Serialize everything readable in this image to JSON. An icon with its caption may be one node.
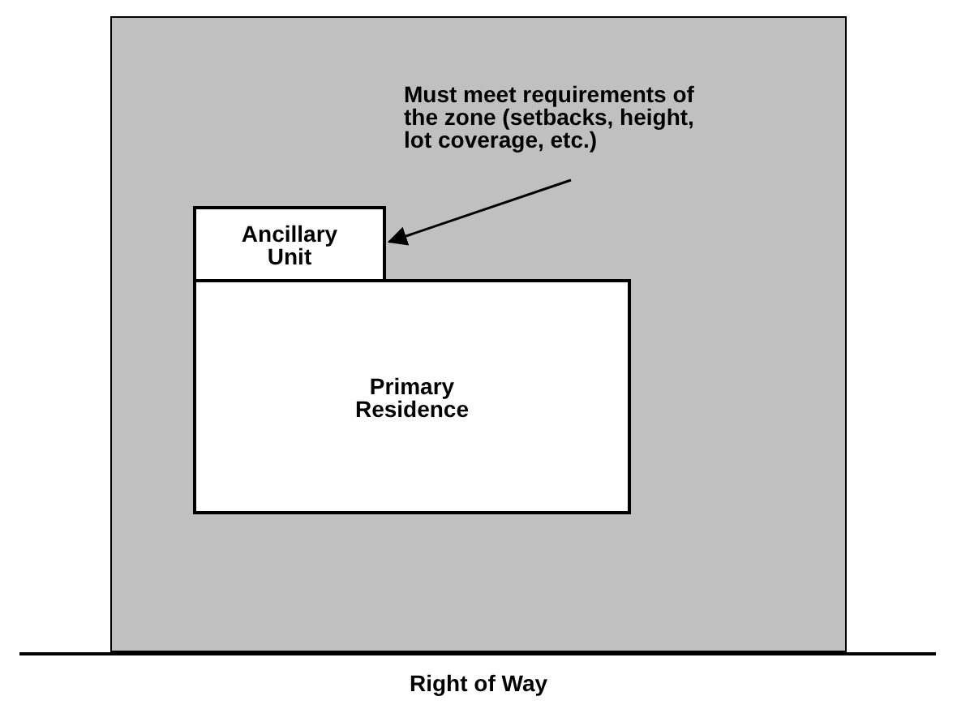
{
  "diagram": {
    "nodes": [
      {
        "text": [],
        "shape": "box"
      },
      {
        "text": [
          "Ancillary Unit"
        ],
        "in": 0
      },
      {
        "text": [
          "Primary Residence"
        ],
        "in": 0
      },
      {
        "text": [
          "Must meet requirements of the zone (setbacks, height, lot coverage, etc.)"
        ],
        "in": 0
      }
    ],
    "edges": [
      {
        "from": 3,
        "to": 1,
        "arrow": "to"
      }
    ],
    "labels": [
      "Right of Way"
    ]
  }
}
